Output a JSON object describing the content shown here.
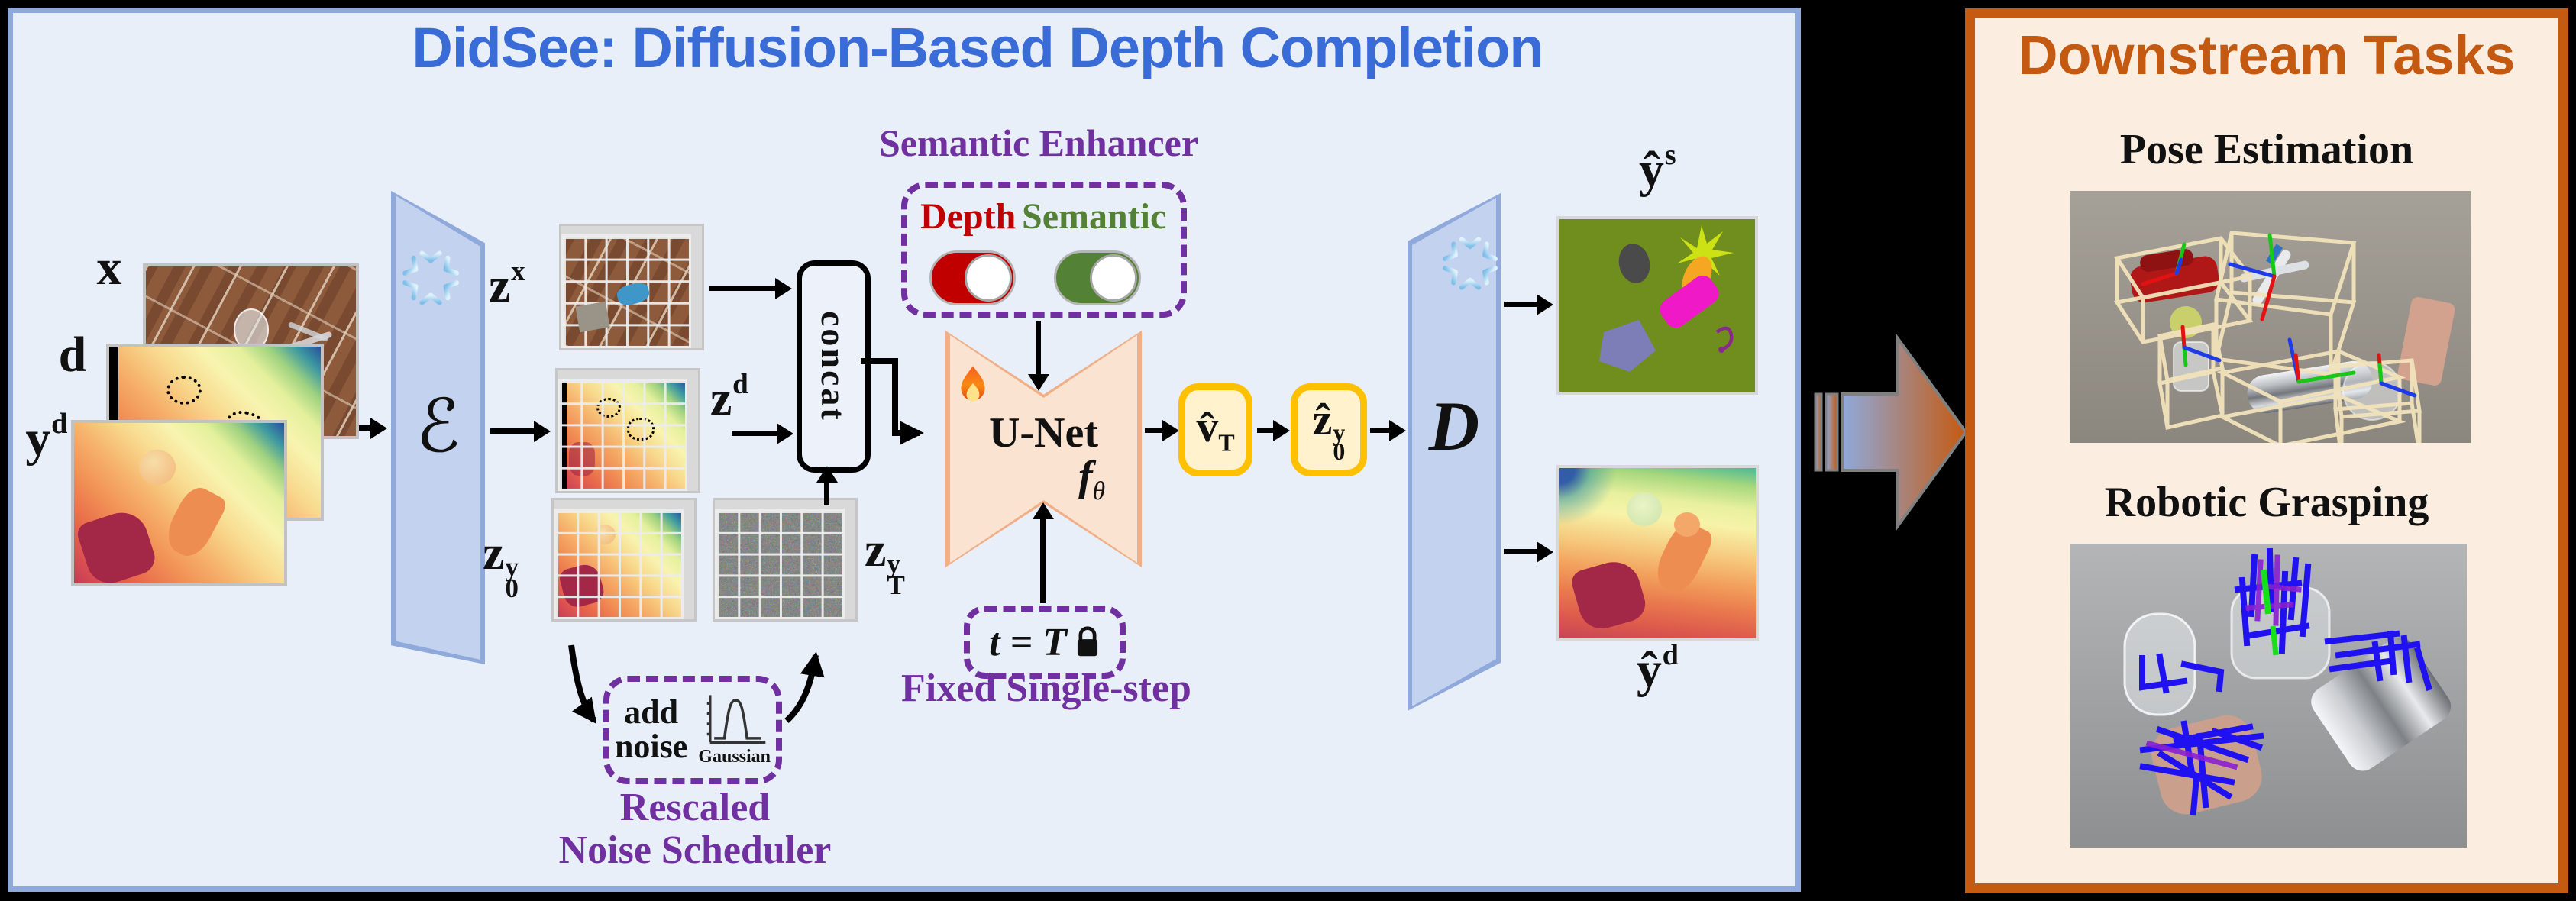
{
  "pipeline": {
    "title": "DidSee: Diffusion-Based Depth Completion",
    "inputs": {
      "rgb_label": "x",
      "raw_depth_label": "d",
      "pseudo_depth": {
        "base": "y",
        "sup": "d"
      }
    },
    "encoder_symbol": "ℰ",
    "decoder_symbol": "D",
    "latents": {
      "zx": {
        "base": "z",
        "sup": "x"
      },
      "zd": {
        "base": "z",
        "sup": "d"
      },
      "zy0": {
        "base": "z",
        "sup": "y",
        "sub": "0"
      },
      "zyT": {
        "base": "z",
        "sup": "y",
        "sub": "T"
      }
    },
    "concat_label": "concat",
    "semantic_enhancer": {
      "title": "Semantic Enhancer",
      "depth_label": "Depth",
      "semantic_label": "Semantic"
    },
    "unet": {
      "label": "U-Net",
      "fn_base": "f",
      "fn_sub": "θ"
    },
    "timestep_label": "t = T",
    "fixed_single_step": "Fixed Single-step",
    "noise_scheduler": {
      "add_noise_line1": "add",
      "add_noise_line2": "noise",
      "gaussian_label": "Gaussian",
      "caption_line1": "Rescaled",
      "caption_line2": "Noise Scheduler"
    },
    "v_pred": {
      "base": "v̂",
      "sub": "T"
    },
    "z0_pred": {
      "base": "ẑ",
      "sup": "y",
      "sub": "0"
    },
    "outputs": {
      "semantic": {
        "base": "ŷ",
        "sup": "s"
      },
      "depth": {
        "base": "ŷ",
        "sup": "d"
      }
    }
  },
  "downstream": {
    "title": "Downstream Tasks",
    "tasks": [
      {
        "name": "Pose Estimation"
      },
      {
        "name": "Robotic Grasping"
      }
    ]
  },
  "icons": {
    "encoder_frozen": "snowflake-icon",
    "decoder_frozen": "snowflake-icon",
    "unet_trainable": "fire-icon",
    "timestep_locked": "lock-icon",
    "noise_distribution": "gaussian-curve-icon",
    "panel_bridge": "block-arrow-icon"
  },
  "colors": {
    "title_blue": "#3A6CD8",
    "enhancer_purple": "#7030A0",
    "depth_red": "#C00000",
    "semantic_green": "#538135",
    "downstream_orange": "#C55A11",
    "unet_fill": "#FBE3D1",
    "unet_border": "#F0AF87",
    "pred_box_fill": "#FFF2CC",
    "pred_box_border": "#FFC000",
    "panel_blue_bg": "#E9EFF9",
    "panel_blue_border": "#8FA9DB",
    "panel_cream_bg": "#FBEEE1",
    "slab_fill": "#C3D2EE"
  }
}
